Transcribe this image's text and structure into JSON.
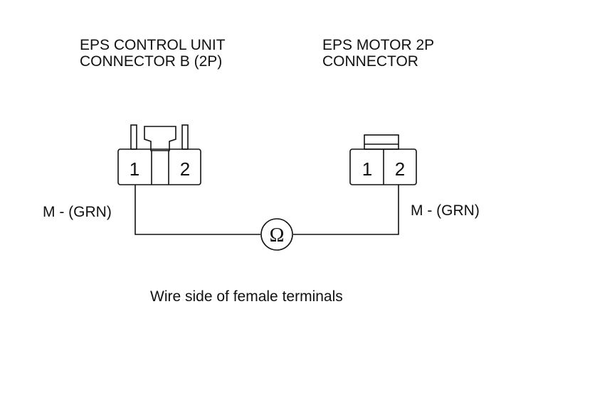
{
  "left_connector": {
    "title_line1": "EPS CONTROL UNIT",
    "title_line2": "CONNECTOR B (2P)",
    "terminal_1": "1",
    "terminal_2": "2",
    "wire_label": "M -  (GRN)"
  },
  "right_connector": {
    "title_line1": "EPS MOTOR 2P",
    "title_line2": "CONNECTOR",
    "terminal_1": "1",
    "terminal_2": "2",
    "wire_label": "M -  (GRN)"
  },
  "meter": {
    "symbol": "Ω",
    "icon": "ohmmeter-icon"
  },
  "caption": "Wire side of female terminals"
}
